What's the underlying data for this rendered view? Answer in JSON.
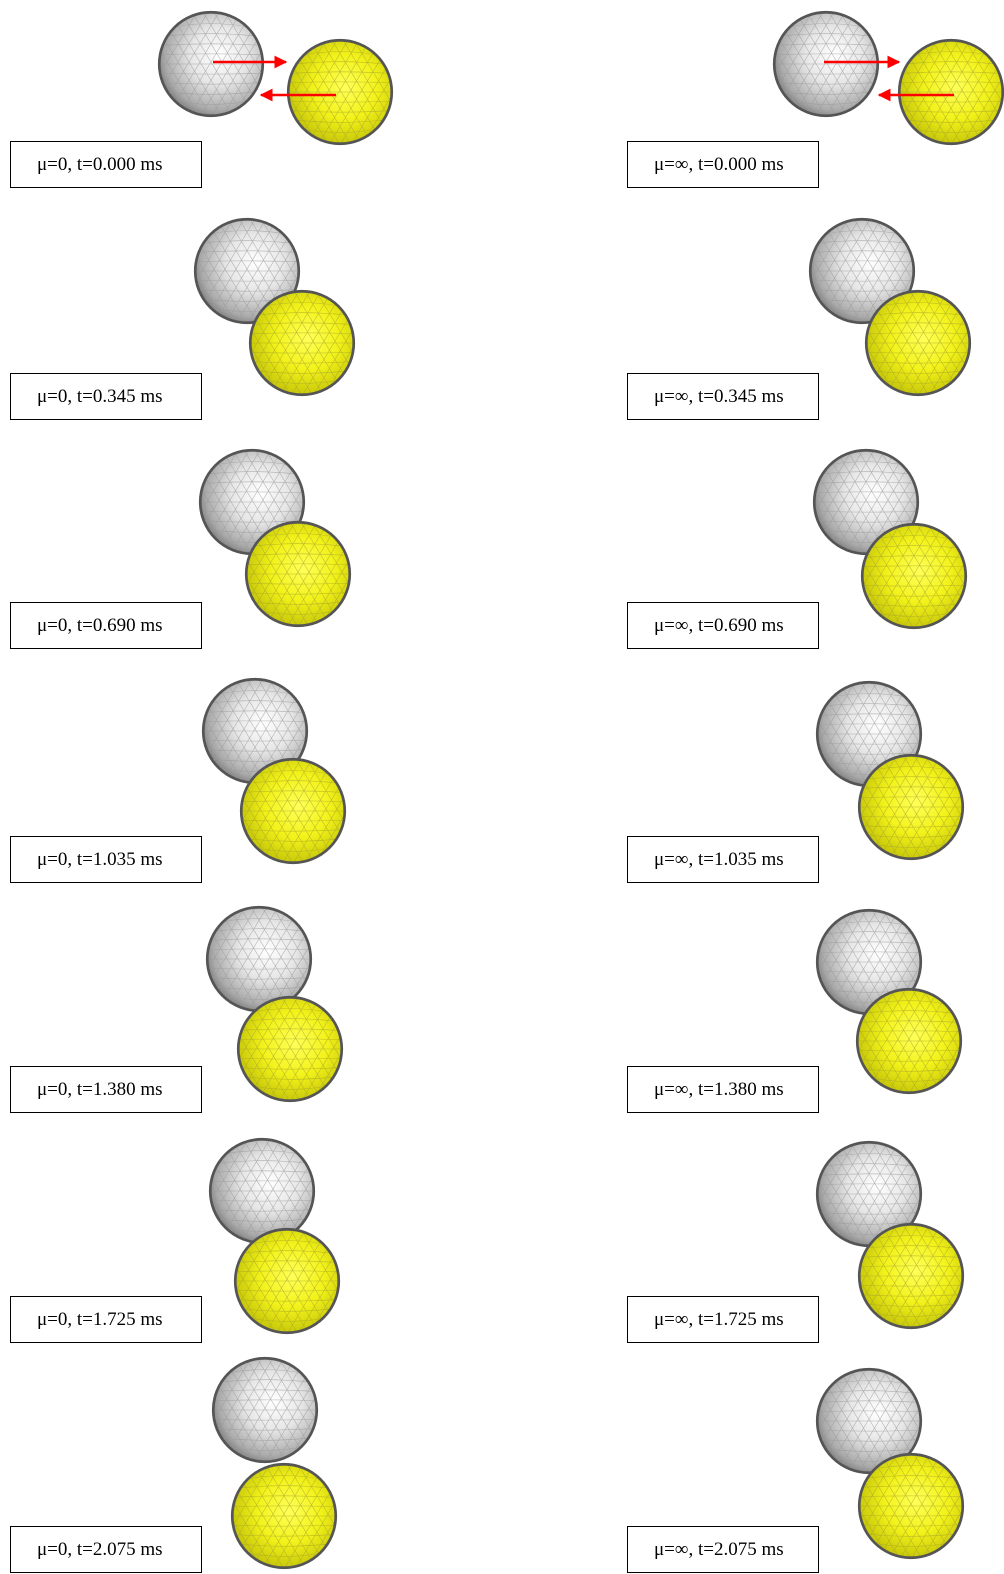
{
  "colors": {
    "grey_sphere": "#d9d9d9",
    "yellow_sphere": "#ecec0f",
    "sphere_outline": "#555555",
    "mesh_line": "#808080",
    "arrow": "#ff0000",
    "label_border": "#000000"
  },
  "columns": [
    {
      "id": "mu-zero",
      "frames": [
        {
          "label": "μ=0, t=0.000 ms"
        },
        {
          "label": "μ=0, t=0.345 ms"
        },
        {
          "label": "μ=0, t=0.690 ms"
        },
        {
          "label": "μ=0, t=1.035 ms"
        },
        {
          "label": "μ=0, t=1.380 ms"
        },
        {
          "label": "μ=0, t=1.725 ms"
        },
        {
          "label": "μ=0, t=2.075 ms"
        }
      ]
    },
    {
      "id": "mu-infinity",
      "frames": [
        {
          "label": "μ=∞, t=0.000 ms"
        },
        {
          "label": "μ=∞, t=0.345 ms"
        },
        {
          "label": "μ=∞, t=0.690 ms"
        },
        {
          "label": "μ=∞, t=1.035 ms"
        },
        {
          "label": "μ=∞, t=1.380 ms"
        },
        {
          "label": "μ=∞, t=1.725 ms"
        },
        {
          "label": "μ=∞, t=2.075 ms"
        }
      ]
    }
  ],
  "arrows": [
    {
      "name": "grey-sphere-velocity-arrow",
      "direction": "right"
    },
    {
      "name": "yellow-sphere-velocity-arrow",
      "direction": "left"
    }
  ]
}
